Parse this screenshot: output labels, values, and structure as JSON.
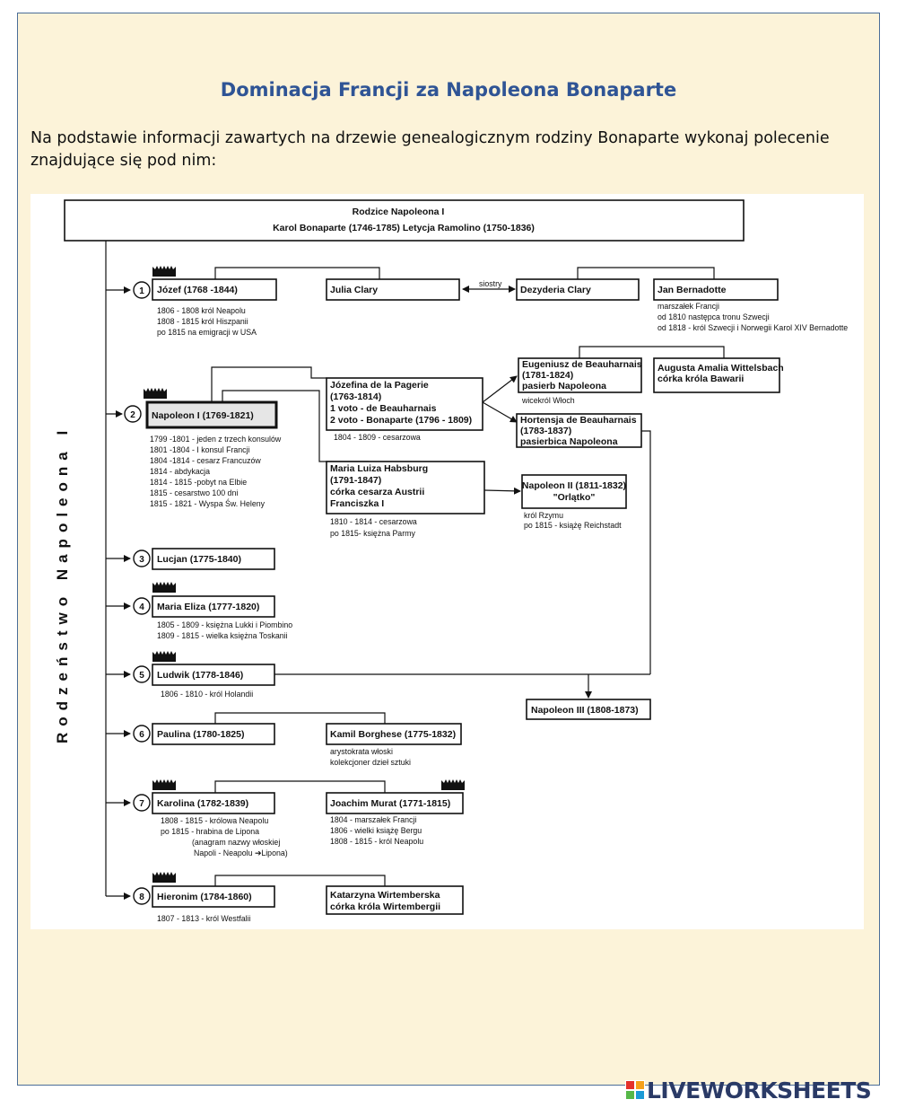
{
  "page": {
    "title": "Dominacja Francji za Napoleona Bonaparte",
    "instruction": "Na podstawie informacji zawartych na drzewie genealogicznym rodziny Bonaparte wykonaj polecenie znajdujące się pod nim:"
  },
  "tree": {
    "parents": {
      "heading": "Rodzice Napoleona   I",
      "names": "Karol Bonaparte (1746-1785)    Letycja Ramolino (1750-1836)"
    },
    "side_label": "Rodzeństwo Napoleona I",
    "siblings": [
      {
        "num": "1",
        "name": "Józef  (1768 -1844)",
        "notes": [
          "1806 - 1808 król Neapolu",
          "1808 - 1815 król Hiszpanii",
          "po 1815 na emigracji w USA"
        ]
      },
      {
        "num": "2",
        "name": "Napoleon I (1769-1821)",
        "notes": [
          "1799 -1801 - jeden z trzech konsulów",
          "1801 -1804 - I konsul Francji",
          "1804 -1814 - cesarz Francuzów",
          "1814 - abdykacja",
          "1814 - 1815 -pobyt na Elbie",
          "1815 - cesarstwo 100 dni",
          "1815 - 1821 - Wyspa Św. Heleny"
        ]
      },
      {
        "num": "3",
        "name": "Lucjan (1775-1840)",
        "notes": []
      },
      {
        "num": "4",
        "name": "Maria Eliza (1777-1820)",
        "notes": [
          "1805 - 1809 - księżna Lukki i Piombino",
          "1809 - 1815 - wielka księżna Toskanii"
        ]
      },
      {
        "num": "5",
        "name": "Ludwik (1778-1846)",
        "notes": [
          "1806 - 1810 - król Holandii"
        ]
      },
      {
        "num": "6",
        "name": "Paulina (1780-1825)",
        "notes": []
      },
      {
        "num": "7",
        "name": "Karolina (1782-1839)",
        "notes": [
          "1808 - 1815 - królowa Neapolu",
          "po 1815 - hrabina de Lipona",
          "(anagram nazwy włoskiej",
          "Napoli - Neapolu ➔Lipona)"
        ]
      },
      {
        "num": "8",
        "name": "Hieronim (1784-1860)",
        "notes": [
          "1807 - 1813 - król Westfalii"
        ]
      }
    ],
    "julia": {
      "name": "Julia Clary"
    },
    "sisters_label": "siostry",
    "dezyderia": {
      "name": "Dezyderia Clary"
    },
    "bernadotte": {
      "name": "Jan Bernadotte",
      "notes": [
        "marszałek Francji",
        "od 1810 następca tronu Szwecji",
        "od 1818 - król Szwecji i Norwegii Karol XIV Bernadotte"
      ]
    },
    "jozefina": {
      "lines": [
        "Józefina de la Pagerie",
        "(1763-1814)",
        "1 voto - de Beauharnais",
        "2 voto - Bonaparte (1796 - 1809)"
      ],
      "note": "1804 - 1809 - cesarzowa"
    },
    "eugeniusz": {
      "lines": [
        "Eugeniusz de Beauharnais",
        "(1781-1824)",
        "pasierb Napoleona"
      ],
      "note": "wicekról Włoch"
    },
    "augusta": {
      "lines": [
        "Augusta Amalia Wittelsbach",
        "córka króla Bawarii"
      ]
    },
    "hortensja": {
      "lines": [
        "Hortensja de Beauharnais",
        "(1783-1837)",
        "pasierbica Napoleona"
      ]
    },
    "maria_luiza": {
      "lines": [
        "Maria Luiza Habsburg",
        "(1791-1847)",
        "córka cesarza Austrii",
        "Franciszka I"
      ],
      "notes": [
        "1810 - 1814 - cesarzowa",
        "po 1815- księżna Parmy"
      ]
    },
    "napoleon2": {
      "lines": [
        "Napoleon II (1811-1832)",
        "\"Orlątko\""
      ],
      "notes": [
        "król Rzymu",
        "po 1815 - książę Reichstadt"
      ]
    },
    "napoleon3": {
      "name": "Napoleon III (1808-1873)"
    },
    "kamil": {
      "name": "Kamil Borghese (1775-1832)",
      "notes": [
        "arystokrata włoski",
        "kolekcjoner dzieł sztuki"
      ]
    },
    "murat": {
      "name": "Joachim Murat (1771-1815)",
      "notes": [
        "1804 - marszałek Francji",
        "1806 - wielki książę Bergu",
        "1808 - 1815 - król Neapolu"
      ]
    },
    "katarzyna": {
      "lines": [
        "Katarzyna Wirtemberska",
        "córka króla Wirtembergii"
      ]
    }
  },
  "logo": {
    "text": "LIVEWORKSHEETS",
    "colors": [
      "#e4312b",
      "#f6a11a",
      "#56b848",
      "#1b9ad6"
    ]
  }
}
